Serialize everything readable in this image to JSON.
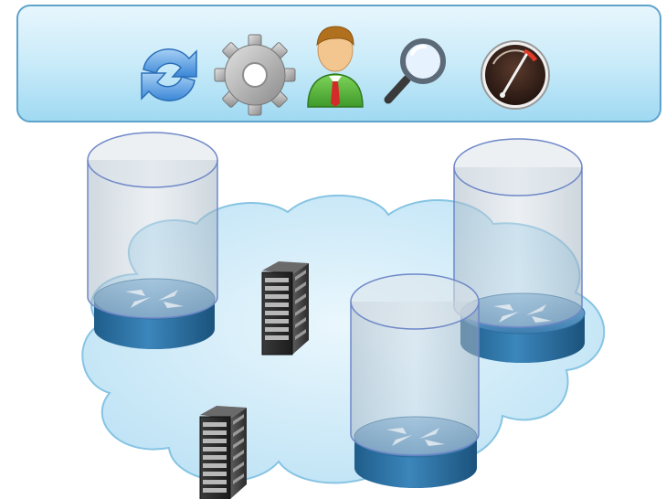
{
  "toolbar": {
    "icons": [
      {
        "name": "refresh-icon",
        "interactable": true
      },
      {
        "name": "settings-gear-icon",
        "interactable": true
      },
      {
        "name": "user-icon",
        "interactable": true
      },
      {
        "name": "search-icon",
        "interactable": true
      },
      {
        "name": "gauge-icon",
        "interactable": true
      }
    ]
  },
  "diagram": {
    "cloud_color": "#cdebf8",
    "cloud_stroke": "#8cc8e6",
    "router_color": "#2f77a9",
    "cylinder_fill": "#b9c7d2",
    "cylinder_stroke": "#6f88c8",
    "routers": [
      {
        "name": "router-left",
        "icon": "router-icon"
      },
      {
        "name": "router-right",
        "icon": "router-icon"
      },
      {
        "name": "router-center",
        "icon": "router-icon"
      }
    ],
    "servers": [
      {
        "name": "server-rack-top",
        "icon": "server-rack-icon"
      },
      {
        "name": "server-rack-bottom",
        "icon": "server-rack-icon"
      }
    ]
  }
}
